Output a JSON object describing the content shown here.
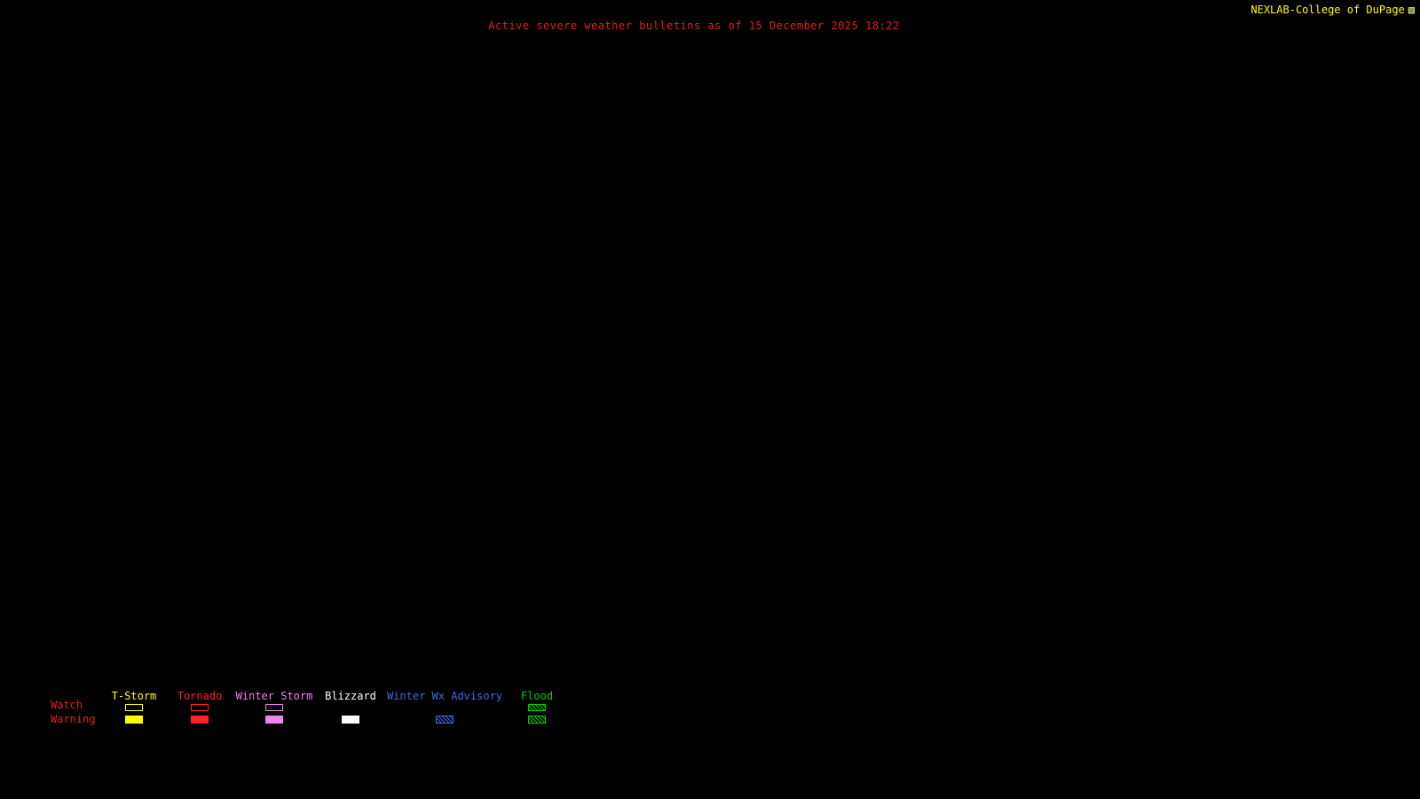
{
  "colors": {
    "background": "#000000",
    "title": "#e02020",
    "brand": "#ffff00",
    "row_label": "#e02020"
  },
  "header": {
    "title": "Active severe weather bulletins as of 15 December 2025 18:22",
    "brand": "NEXLAB-College of DuPage",
    "brand_icon": "▧"
  },
  "legend": {
    "watch_label": "Watch",
    "warning_label": "Warning",
    "columns": [
      {
        "label": "T-Storm",
        "color": "#ffff00",
        "watch": "outline",
        "warning": "solid"
      },
      {
        "label": "Tornado",
        "color": "#ff2222",
        "watch": "outline",
        "warning": "solid"
      },
      {
        "label": "Winter Storm",
        "color": "#ee82ee",
        "watch": "outline",
        "warning": "solid"
      },
      {
        "label": "Blizzard",
        "color": "#ffffff",
        "watch": "none",
        "warning": "solid"
      },
      {
        "label": "Winter Wx Advisory",
        "color": "#4169e1",
        "watch": "none",
        "warning": "hatch"
      },
      {
        "label": "Flood",
        "color": "#00cc00",
        "watch": "hatch",
        "warning": "hatch"
      }
    ]
  }
}
